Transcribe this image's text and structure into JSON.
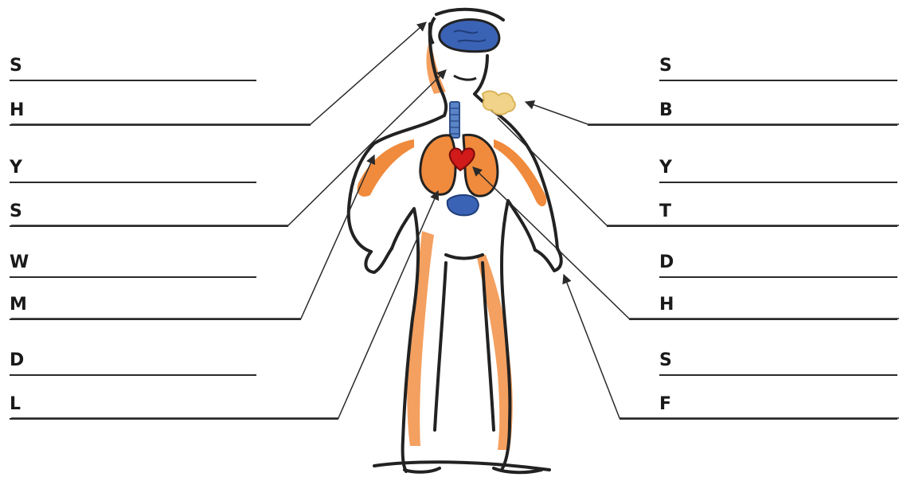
{
  "left_labels": [
    "S",
    "H",
    "Y",
    "S",
    "W",
    "M",
    "D",
    "L"
  ],
  "right_labels": [
    "S",
    "B",
    "Y",
    "T",
    "D",
    "H",
    "S",
    "F"
  ],
  "colors": {
    "outline": "#222222",
    "orange": "#f08a3c",
    "orange_light": "#f4a060",
    "blue": "#3b63b5",
    "heart": "#d11a1a",
    "trachea": "#5a84c8",
    "breath": "#f1d48a",
    "line": "#2a2a2a"
  }
}
